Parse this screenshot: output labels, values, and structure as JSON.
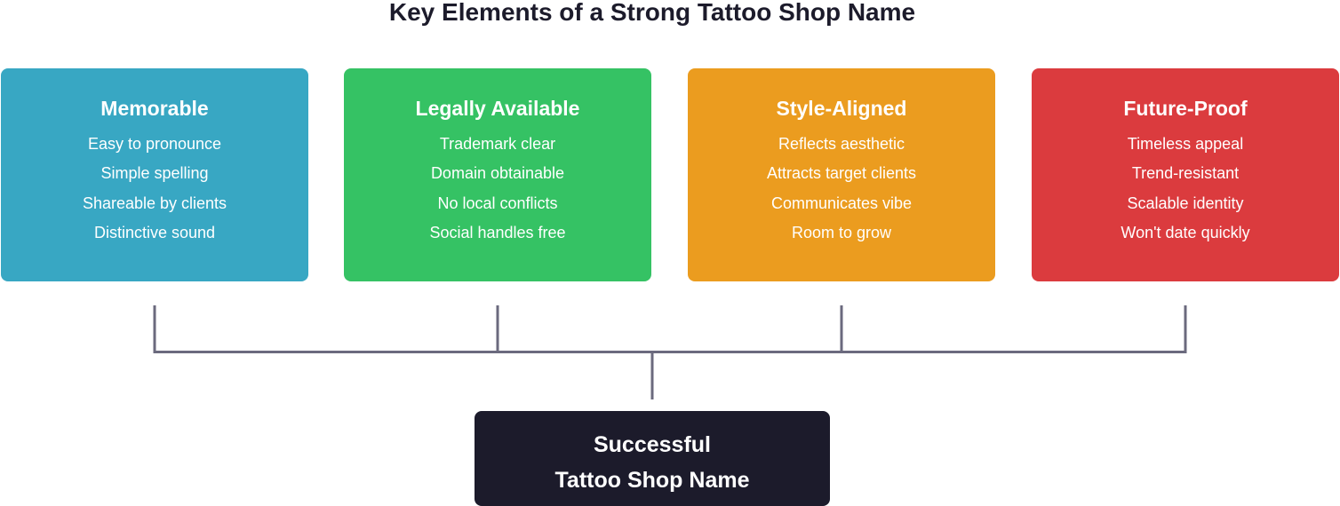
{
  "title": "Key Elements of a Strong Tattoo Shop Name",
  "colors": {
    "memorable": "#38a7c3",
    "legally_available": "#35c264",
    "style_aligned": "#eb9c1f",
    "future_proof": "#db3b3e",
    "result": "#1c1b2b",
    "connector": "#6b6a7e"
  },
  "cards": [
    {
      "heading": "Memorable",
      "items": [
        "Easy to pronounce",
        "Simple spelling",
        "Shareable by clients",
        "Distinctive sound"
      ]
    },
    {
      "heading": "Legally Available",
      "items": [
        "Trademark clear",
        "Domain obtainable",
        "No local conflicts",
        "Social handles free"
      ]
    },
    {
      "heading": "Style-Aligned",
      "items": [
        "Reflects aesthetic",
        "Attracts target clients",
        "Communicates vibe",
        "Room to grow"
      ]
    },
    {
      "heading": "Future-Proof",
      "items": [
        "Timeless appeal",
        "Trend-resistant",
        "Scalable identity",
        "Won't date quickly"
      ]
    }
  ],
  "result": {
    "line1": "Successful",
    "line2": "Tattoo Shop Name"
  }
}
